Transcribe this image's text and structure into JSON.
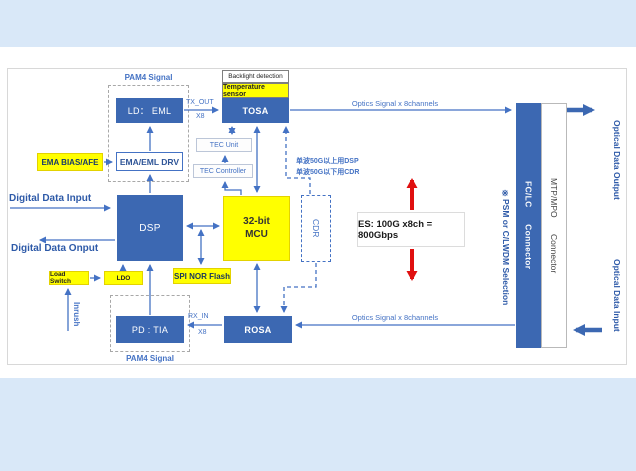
{
  "blocks": {
    "ld_eml": "LD： EML",
    "ema_bias_afe": "EMA BIAS/AFE",
    "ema_eml_drv": "EMA/EML DRV",
    "backlight_detection": "Backlight detection",
    "temperature_sensor": "Temperature sensor",
    "tosa": "TOSA",
    "tec_unit": "TEC Unit",
    "tec_controller": "TEC Controller",
    "dsp": "DSP",
    "mcu": "32-bit\nMCU",
    "cdr": "CDR",
    "spi_nor_flash": "SPI NOR Flash",
    "load_switch": "Load Switch",
    "ldo": "LDO",
    "pd_tia": "PD : TIA",
    "rosa": "ROSA",
    "fc_lc_connector": "FC/LC Connector",
    "mtp_mpo_connector": "MTP/MPO Connector"
  },
  "labels": {
    "pam4_signal_top": "PAM4 Signal",
    "pam4_signal_bottom": "PAM4 Signal",
    "tx_out": "TX_OUT",
    "tx_lanes": "X8",
    "rx_in": "RX_IN",
    "rx_lanes": "X8",
    "optics_signal_top": "Optics Signal x 8channels",
    "optics_signal_bottom": "Optics Signal x 8channels",
    "digital_data_input": "Digital Data Input",
    "digital_data_output": "Digital Data Onput",
    "inrush": "Inrush",
    "dsp_cdr_note_line1": "单波50G以上用DSP",
    "dsp_cdr_note_line2": "单波50G以下用CDR",
    "es_note": "ES: 100G x8ch = 800Gbps",
    "psm_selection": "※PSM or C/LWDM Selection",
    "optical_data_output": "Optical Data Output",
    "optical_data_input": "Optical Data Input"
  },
  "colors": {
    "band": "#d9e8f8",
    "block_blue": "#3c68b2",
    "yellow": "#ffff00",
    "line_blue": "#4472c4",
    "red": "#e01010"
  }
}
